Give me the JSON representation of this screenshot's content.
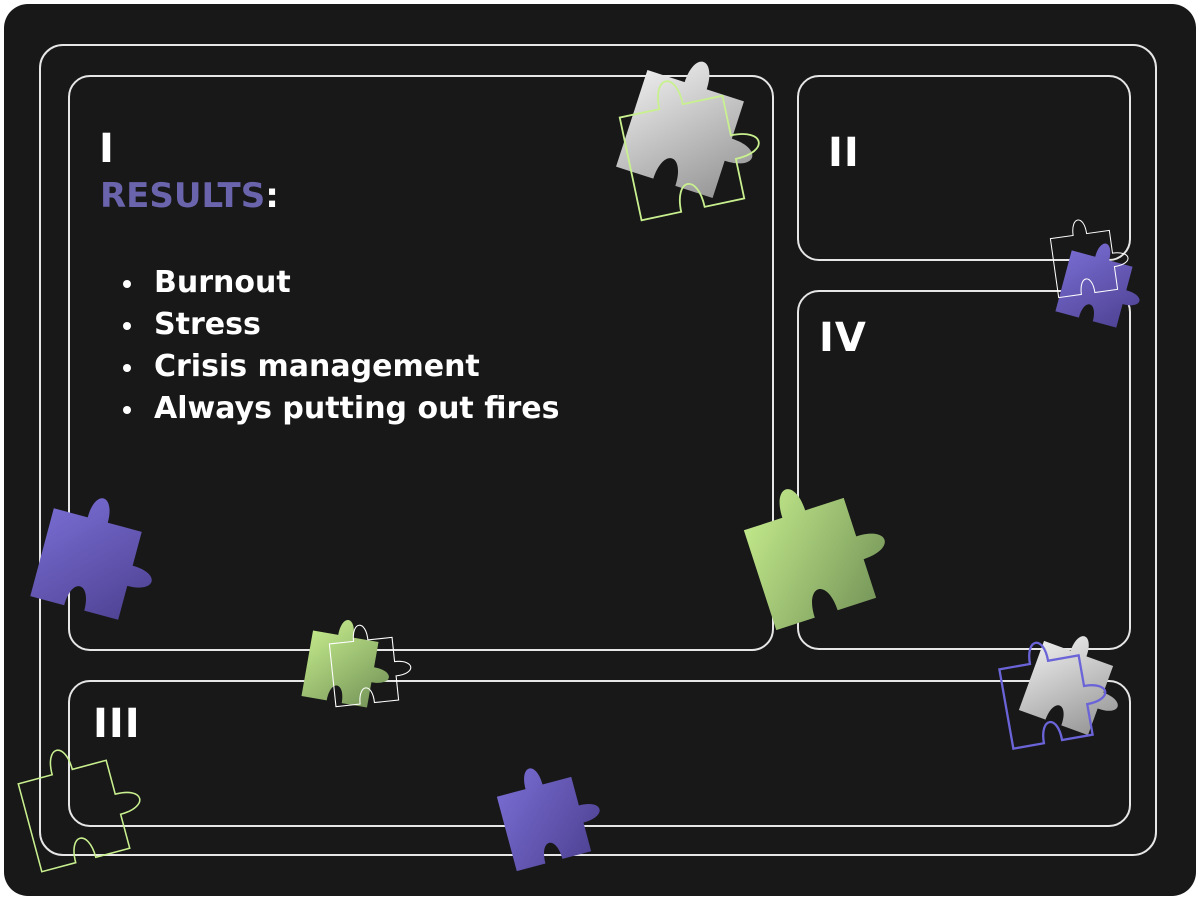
{
  "quadrants": {
    "q1": {
      "numeral": "I",
      "heading_accent": "RESULTS",
      "heading_suffix": ":"
    },
    "q2": {
      "numeral": "II"
    },
    "q3": {
      "numeral": "III"
    },
    "q4": {
      "numeral": "IV"
    }
  },
  "results_list": [
    "Burnout",
    "Stress",
    "Crisis management",
    "Always putting out fires"
  ],
  "colors": {
    "background": "#181818",
    "frame": "#e6e6e6",
    "accent_purple": "#6a64ac",
    "puzzle_purple_light": "#7b6fd6",
    "puzzle_purple_dark": "#4b3f8f",
    "puzzle_green_light": "#c9f08f",
    "puzzle_green_dark": "#6f8f55",
    "puzzle_white_light": "#f4f4f4",
    "puzzle_white_dark": "#8e8e8e"
  },
  "icons": [
    "puzzle-piece-white-icon",
    "puzzle-piece-green-icon",
    "puzzle-piece-purple-icon",
    "puzzle-outline-icon"
  ]
}
